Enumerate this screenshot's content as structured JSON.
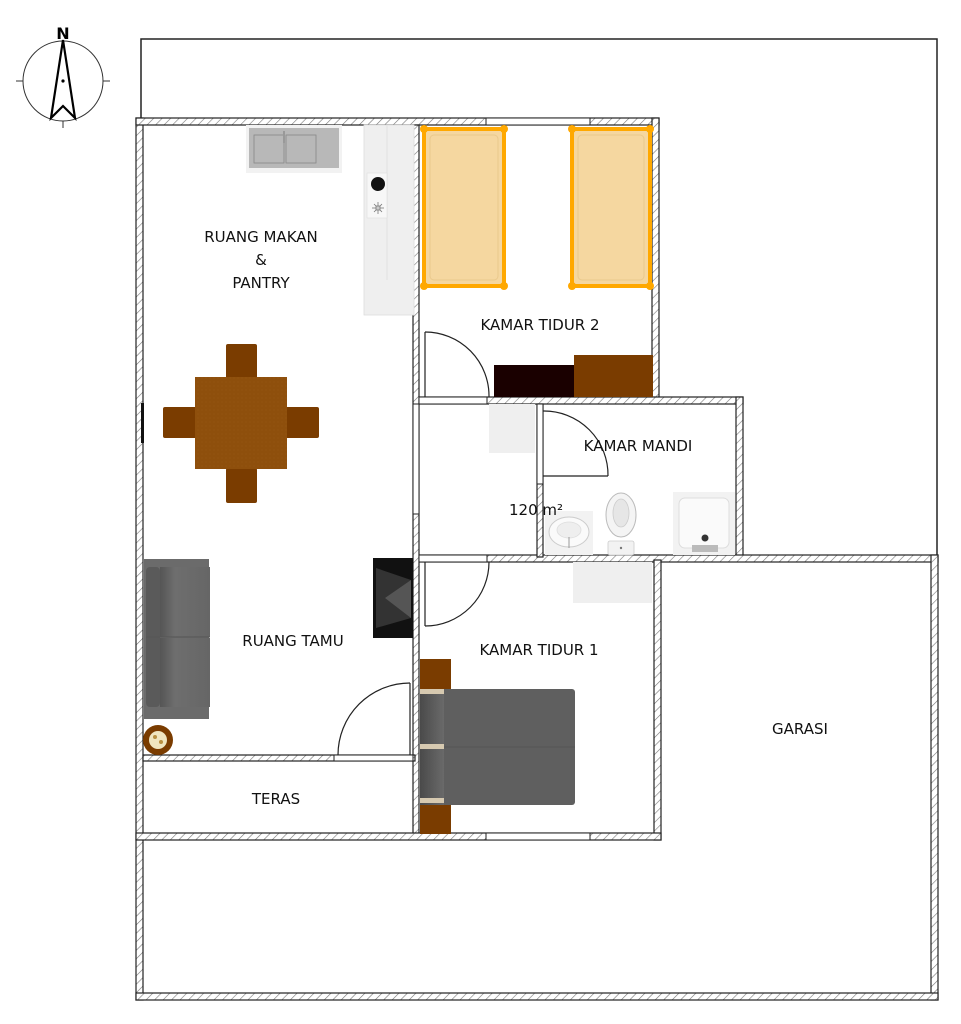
{
  "compass": {
    "label": "N"
  },
  "rooms": [
    {
      "id": "dining-pantry",
      "label_lines": [
        "RUANG MAKAN",
        "&",
        "PANTRY"
      ]
    },
    {
      "id": "bedroom-2",
      "label": "KAMAR TIDUR 2"
    },
    {
      "id": "bathroom",
      "label": "KAMAR MANDI"
    },
    {
      "id": "living-room",
      "label": "RUANG TAMU"
    },
    {
      "id": "bedroom-1",
      "label": "KAMAR TIDUR 1"
    },
    {
      "id": "terrace",
      "label": "TERAS"
    },
    {
      "id": "garage",
      "label": "GARASI"
    }
  ],
  "area": {
    "label": "120 m²"
  },
  "colors": {
    "wood_dark": "#7a3c00",
    "wood_table": "#8e4f0c",
    "bed_single_fill": "#f5d7a0",
    "bed_single_outline": "#ffa800",
    "sofa": "#6a6a6a",
    "bed_double": "#5e5e5e",
    "wardrobe_dark": "#1a0000",
    "fixture": "#f0f0f0"
  }
}
